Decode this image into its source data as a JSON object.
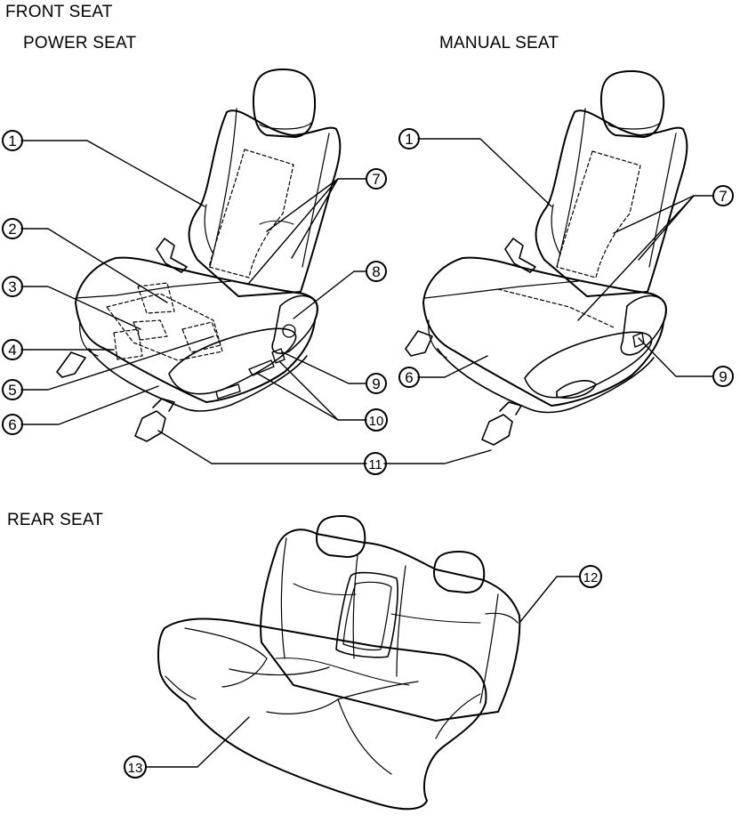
{
  "titles": {
    "front_seat": "FRONT SEAT",
    "power_seat": "POWER SEAT",
    "manual_seat": "MANUAL SEAT",
    "rear_seat": "REAR SEAT"
  },
  "callouts": {
    "c1": "1",
    "c2": "2",
    "c3": "3",
    "c4": "4",
    "c5": "5",
    "c6": "6",
    "c7": "7",
    "c8": "8",
    "c9": "9",
    "c10": "10",
    "c11": "11",
    "c12": "12",
    "c13": "13"
  }
}
